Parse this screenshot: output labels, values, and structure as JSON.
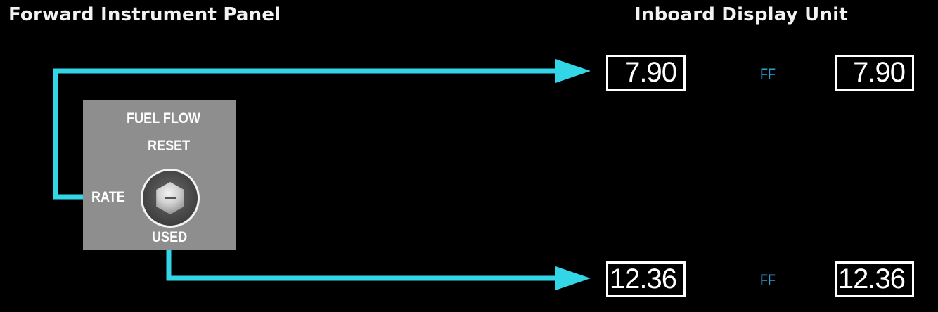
{
  "headings": {
    "left": "Forward Instrument Panel",
    "right": "Inboard Display Unit"
  },
  "switch_panel": {
    "title": "FUEL FLOW",
    "reset_label": "RESET",
    "rate_label": "RATE",
    "used_label": "USED"
  },
  "inboard_display": {
    "rate": {
      "left_value": "7.90",
      "ff_label": "FF",
      "right_value": "7.90"
    },
    "used": {
      "left_value": "12.36",
      "ff_label": "FF",
      "right_value": "12.36"
    }
  },
  "colors": {
    "background": "#000000",
    "arrow": "#33d6e6",
    "ff_label": "#2e9fd0",
    "panel": "#8e8e8e"
  }
}
